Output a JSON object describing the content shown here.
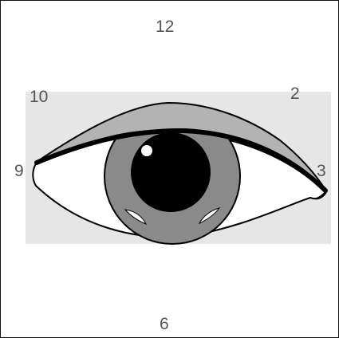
{
  "clock_labels": {
    "twelve": "12",
    "two": "2",
    "three": "3",
    "six": "6",
    "nine": "9",
    "ten": "10"
  },
  "colors": {
    "background": "#ffffff",
    "band": "#e6e6e6",
    "eyelid": "#b3b3b3",
    "iris": "#8a8a8a",
    "pupil": "#000000",
    "label": "#555555",
    "outline": "#000000"
  }
}
